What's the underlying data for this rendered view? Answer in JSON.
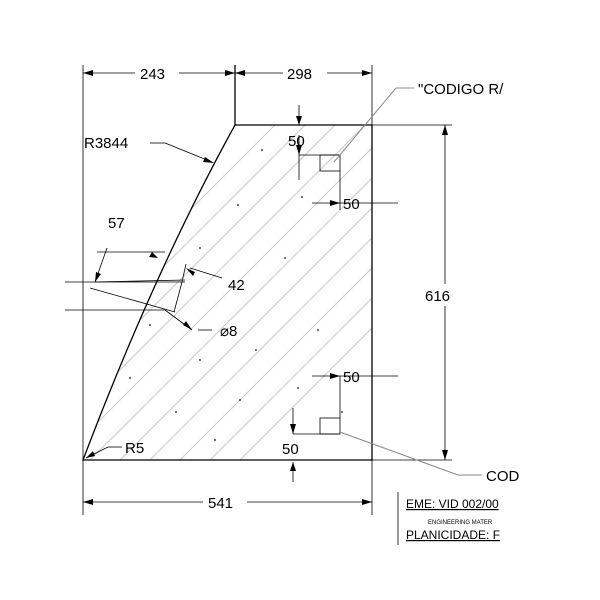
{
  "dimensions": {
    "top_left_width": "243",
    "top_right_width": "298",
    "bottom_width": "541",
    "height": "616",
    "radius_large": "R3844",
    "radius_small": "R5",
    "offset_57": "57",
    "offset_42": "42",
    "hole_diameter": "⌀8",
    "mark_top_vertical": "50",
    "mark_top_horizontal": "50",
    "mark_bottom_vertical": "50",
    "mark_bottom_horizontal": "50"
  },
  "callouts": {
    "top_code": "\"CODIGO R/",
    "bottom_code": "COD"
  },
  "title_block": {
    "eme_line": "EME: VID 002/00",
    "engineering_line": "ENGINEERING MATER",
    "planicidade_line": "PLANICIDADE: F"
  }
}
